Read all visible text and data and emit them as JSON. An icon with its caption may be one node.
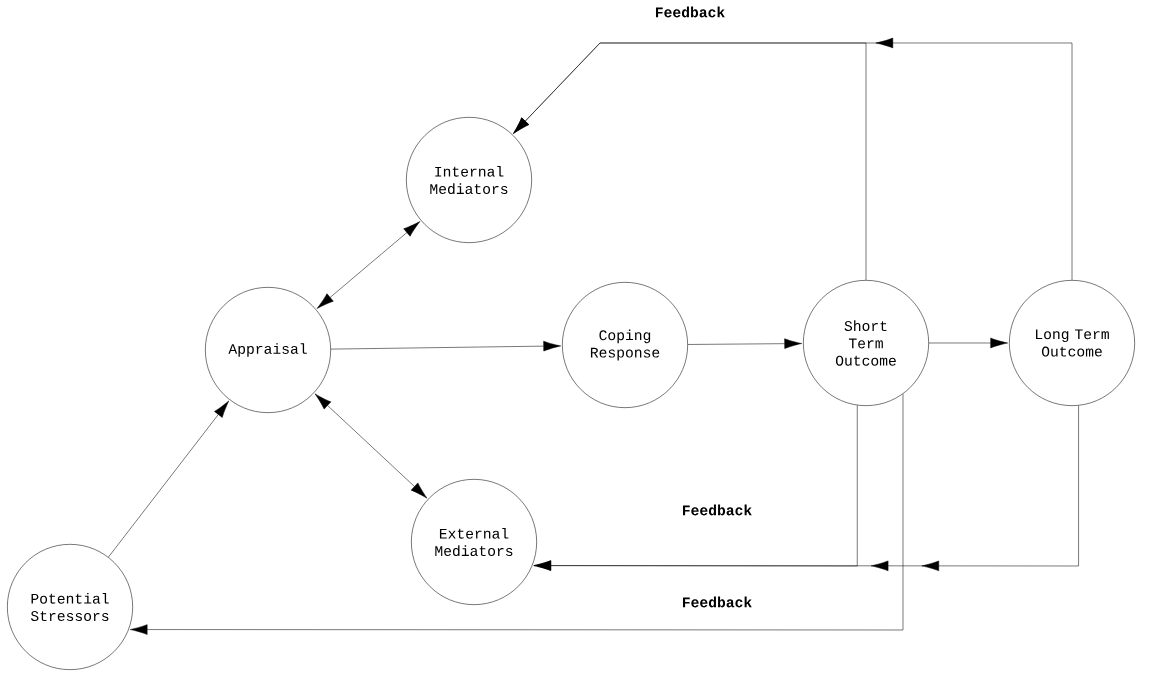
{
  "diagram": {
    "nodes": [
      {
        "text": [
          "Internal Mediators"
        ]
      },
      {
        "text": [
          "Appraisal"
        ]
      },
      {
        "text": [
          "Coping Response"
        ]
      },
      {
        "text": [
          "Short Term Outcome"
        ]
      },
      {
        "text": [
          "Long Term Outcome"
        ]
      },
      {
        "text": [
          "External Mediators"
        ]
      },
      {
        "text": [
          "Potential Stressors"
        ]
      }
    ],
    "edges": [
      {
        "from": 6,
        "to": 1,
        "arrow": "to"
      },
      {
        "from": 1,
        "to": 0,
        "arrow": "both"
      },
      {
        "from": 1,
        "to": 5,
        "arrow": "both"
      },
      {
        "from": 1,
        "to": 2,
        "arrow": "to"
      },
      {
        "from": 2,
        "to": 3,
        "arrow": "to"
      },
      {
        "from": 3,
        "to": 4,
        "arrow": "to"
      },
      {
        "from": 3,
        "to": 0,
        "arrow": "to",
        "label": "Feedback"
      },
      {
        "from": 4,
        "to": 0,
        "arrow": "to"
      },
      {
        "from": 3,
        "to": 5,
        "arrow": "to",
        "label": "Feedback"
      },
      {
        "from": 4,
        "to": 5,
        "arrow": "to"
      },
      {
        "from": 3,
        "to": 6,
        "arrow": "to",
        "label": "Feedback"
      }
    ]
  }
}
